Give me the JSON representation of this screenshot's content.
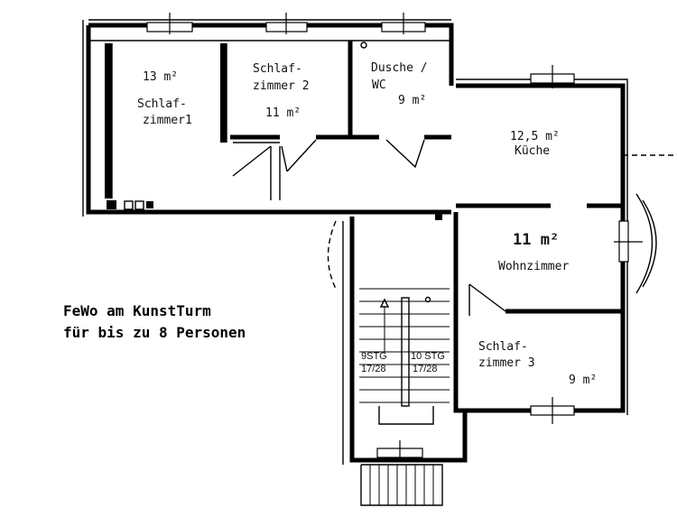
{
  "title": {
    "line1": "FeWo am KunstTurm",
    "line2": "für bis zu 8 Personen"
  },
  "rooms": {
    "schlafzimmer1": {
      "area": "13 m²",
      "name_l1": "Schlaf-",
      "name_l2": "zimmer1"
    },
    "schlafzimmer2": {
      "name_l1": "Schlaf-",
      "name_l2": "zimmer 2",
      "area": "11 m²"
    },
    "dusche_wc": {
      "name_l1": "Dusche /",
      "name_l2": "WC",
      "area": "9 m²"
    },
    "kueche": {
      "area": "12,5 m²",
      "name": "Küche"
    },
    "wohnzimmer": {
      "area": "11 m²",
      "name": "Wohnzimmer"
    },
    "schlafzimmer3": {
      "name_l1": "Schlaf-",
      "name_l2": "zimmer 3",
      "area": "9 m²"
    }
  },
  "stairs": {
    "left_top": "9STG",
    "left_bottom": "17/28",
    "right_top": "10 STG",
    "right_bottom": "17/28"
  }
}
